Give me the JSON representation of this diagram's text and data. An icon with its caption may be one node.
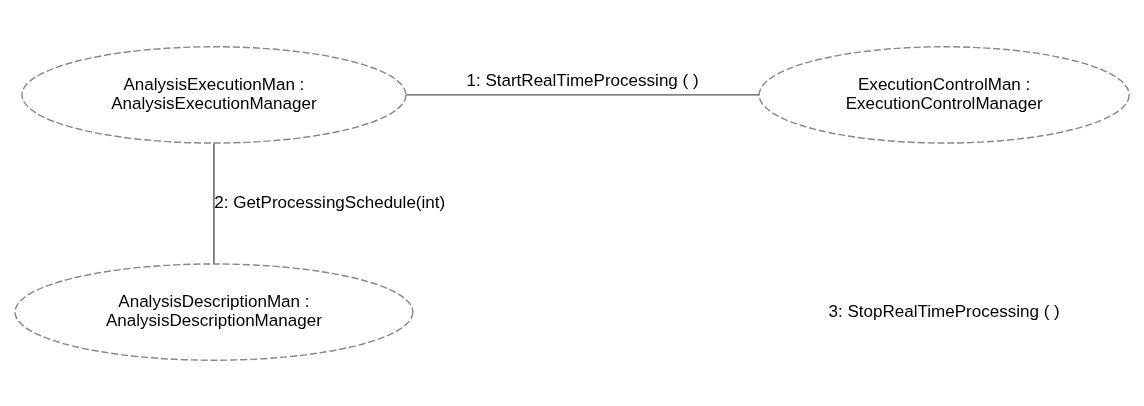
{
  "diagram": {
    "nodes": [
      {
        "text": [
          "AnalysisExecutionMan : AnalysisExecutionManager"
        ]
      },
      {
        "text": [
          "ExecutionControlMan : ExecutionControlManager"
        ]
      },
      {
        "text": [
          "AnalysisDescriptionMan : AnalysisDescriptionManager"
        ]
      }
    ],
    "edges": [
      {
        "from": 0,
        "to": 1,
        "arrow": "none",
        "label": "1: StartRealTimeProcessing ( )"
      },
      {
        "from": 0,
        "to": 2,
        "arrow": "none",
        "label": "2: GetProcessingSchedule(int)"
      }
    ],
    "labels": [
      "3: StopRealTimeProcessing ( )"
    ]
  }
}
